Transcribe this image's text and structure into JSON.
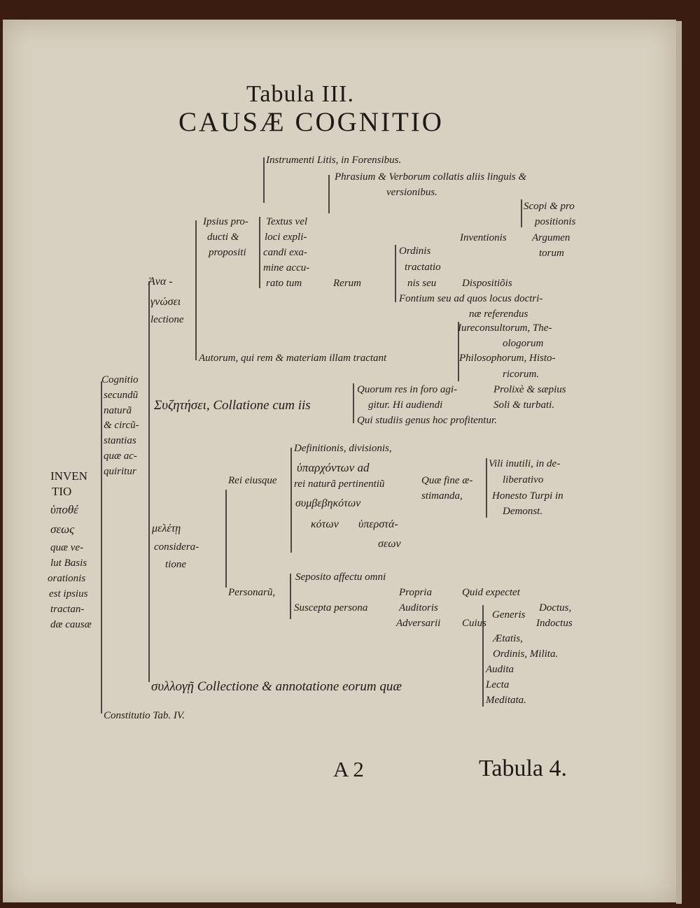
{
  "header": {
    "title_line1": "Tabula III.",
    "title_line2": "CAUSÆ COGNITIO"
  },
  "tree": {
    "root": [
      "INVEN",
      "TIO",
      "ὑποθέ",
      "σεως",
      "quæ ve-",
      "lut Basis",
      "orationis",
      "est ipsius",
      "tractan-",
      "dæ causæ"
    ],
    "cognitio": [
      "Cognitio",
      "secundũ",
      "naturã",
      "& circũ-",
      "stantias",
      "quæ ac-",
      "quiritur"
    ],
    "ana_a": "Ἀνα -",
    "ana_b": "γνώσει",
    "ana_c": "lectione",
    "ipsius": [
      "Ipsius pro-",
      "ducti &",
      "propositi"
    ],
    "textus": [
      "Textus vel",
      "loci expli-",
      "candi exa-",
      "mine accu-",
      "rato tum"
    ],
    "instrumenti": "Instrumenti Litis, in Forensibus.",
    "phrasium_1": "Phrasium & Verborum collatis aliis linguis &",
    "phrasium_2": "versionibus.",
    "rerum": "Rerum",
    "ordinis": [
      "Ordinis",
      "tractatio",
      "nis seu"
    ],
    "inventionis": "Inventionis",
    "scopi": [
      "Scopi & pro",
      "positionis"
    ],
    "argumen": [
      "Argumen",
      "torum"
    ],
    "dispositionis": "Dispositiõis",
    "fontium_1": "Fontium seu ad quos locus doctri-",
    "fontium_2": "næ referendus",
    "autorum": "Autorum, qui rem & materiam illam tractant",
    "iurec": [
      "Iureconsultorum, The-",
      "ologorum"
    ],
    "philos": [
      "Philosophorum, Histo-",
      "ricorum."
    ],
    "syzetesei": "Συζητήσει, Collatione cum iis",
    "quorum": [
      "Quorum res in foro agi-",
      "gitur. Hi audiendi",
      "Qui studiis genus hoc profitentur."
    ],
    "prolixe": [
      "Prolixè & sæpius",
      "Soli & turbati."
    ],
    "melete": [
      "μελέτῃ",
      "considera-",
      "tione"
    ],
    "definitionis": "Definitionis, divisionis,",
    "hyparchonton": [
      "ὑπαρχόντων ad",
      "rei naturã pertinentiũ"
    ],
    "rei_eiusque": "Rei eiusque",
    "symbebekoton": [
      "συμβεβηκότων",
      "κότων",
      "ὑπερστά-",
      "σεων"
    ],
    "quae_fine": [
      "Quæ fine æ-",
      "stimanda,"
    ],
    "vili": [
      "Vili inutili, in de-",
      "liberativo",
      "Honesto Turpi in",
      "Demonst."
    ],
    "personarum": "Personarũ,",
    "seposito": "Seposito affectu omni",
    "suscepta": "Suscepta persona",
    "propria": [
      "Propria",
      "Auditoris",
      "Adversarii"
    ],
    "quid": [
      "Quid expectet",
      "Cuius"
    ],
    "generis": "Generis",
    "doctus": [
      "Doctus,",
      "Indoctus"
    ],
    "aetatis": [
      "Ætatis,",
      "Ordinis, Milita."
    ],
    "syllogi": "συλλογῇ Collectione & annotatione eorum quæ",
    "audita": [
      "Audita",
      "Lecta",
      "Meditata."
    ],
    "constitutio": "Constitutio Tab. IV."
  },
  "footer": {
    "signature": "A 2",
    "catchword": "Tabula 4."
  }
}
